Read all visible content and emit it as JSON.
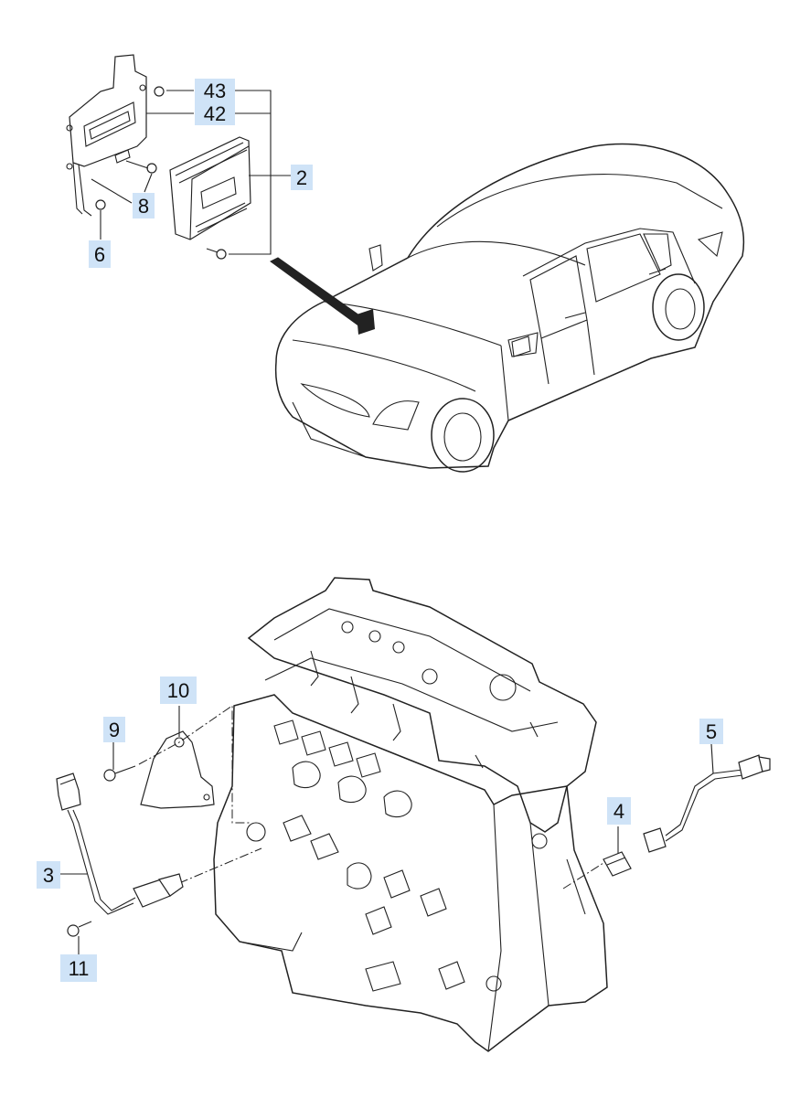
{
  "callouts": [
    {
      "id": "c43",
      "label": "43"
    },
    {
      "id": "c42",
      "label": "42"
    },
    {
      "id": "c2",
      "label": "2"
    },
    {
      "id": "c8",
      "label": "8"
    },
    {
      "id": "c6",
      "label": "6"
    },
    {
      "id": "c10",
      "label": "10"
    },
    {
      "id": "c9",
      "label": "9"
    },
    {
      "id": "c5",
      "label": "5"
    },
    {
      "id": "c4",
      "label": "4"
    },
    {
      "id": "c3",
      "label": "3"
    },
    {
      "id": "c11",
      "label": "11"
    }
  ]
}
